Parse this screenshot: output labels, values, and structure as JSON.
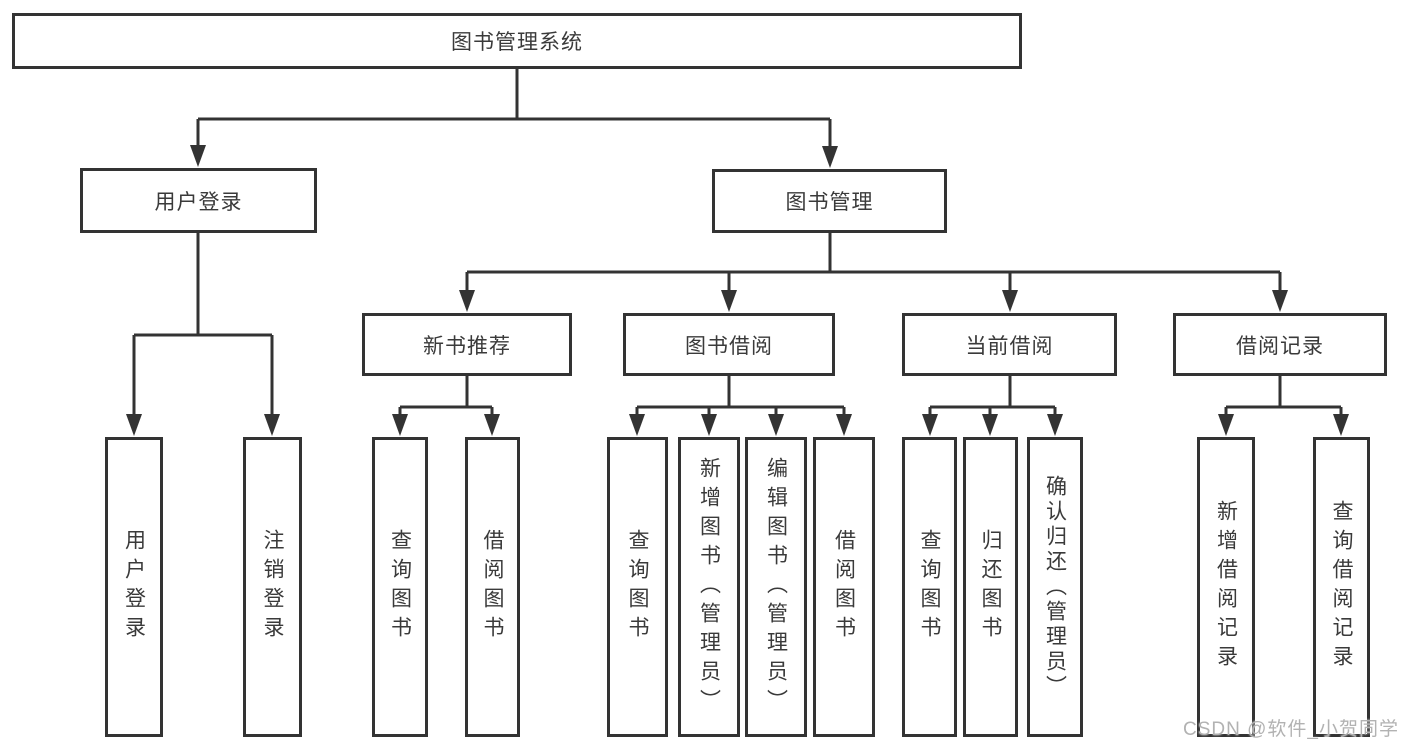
{
  "colors": {
    "line": "#333333",
    "box_border": "#333333",
    "text": "#3a3a3a",
    "watermark_text": "#b2b2b2",
    "background": "#ffffff"
  },
  "nodes": {
    "root": "图书管理系统",
    "login": "用户登录",
    "management": "图书管理",
    "new_book": "新书推荐",
    "borrow": "图书借阅",
    "current": "当前借阅",
    "record": "借阅记录"
  },
  "leaves": {
    "login": [
      "用户登录",
      "注销登录"
    ],
    "new_book": [
      "查询图书",
      "借阅图书"
    ],
    "borrow": [
      "查询图书",
      "新增图书（管理员）",
      "编辑图书（管理员）",
      "借阅图书"
    ],
    "current": [
      "查询图书",
      "归还图书",
      "确认归还（管理员）"
    ],
    "record": [
      "新增借阅记录",
      "查询借阅记录"
    ]
  },
  "watermark": "CSDN @软件_小贺同学"
}
